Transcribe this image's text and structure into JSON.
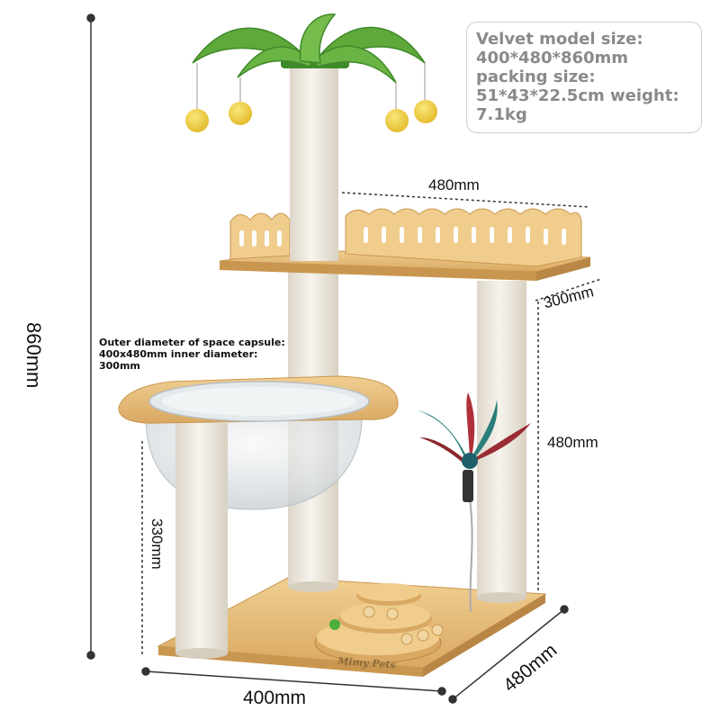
{
  "specs": {
    "line1": "Velvet model size:",
    "line2": "400*480*860mm",
    "line3": "packing size:",
    "line4": "51*43*22.5cm weight:",
    "line5": "7.1kg"
  },
  "dimensions": {
    "total_height": "860mm",
    "top_width": "480mm",
    "top_depth": "300mm",
    "upper_height": "480mm",
    "capsule_height": "330mm",
    "base_width": "400mm",
    "base_depth": "480mm"
  },
  "capsule_note": {
    "line1": "Outer diameter of space capsule:",
    "line2": "400x480mm inner diameter:",
    "line3": "300mm"
  },
  "brand": {
    "label": "Mimy Pets"
  },
  "colors": {
    "wood": "#e9c27e",
    "wood_dark": "#c9964f",
    "post": "#f1ede4",
    "leaf": "#5fa83a",
    "ball": "#f2d43a",
    "bubble": "#dfe3e6"
  }
}
